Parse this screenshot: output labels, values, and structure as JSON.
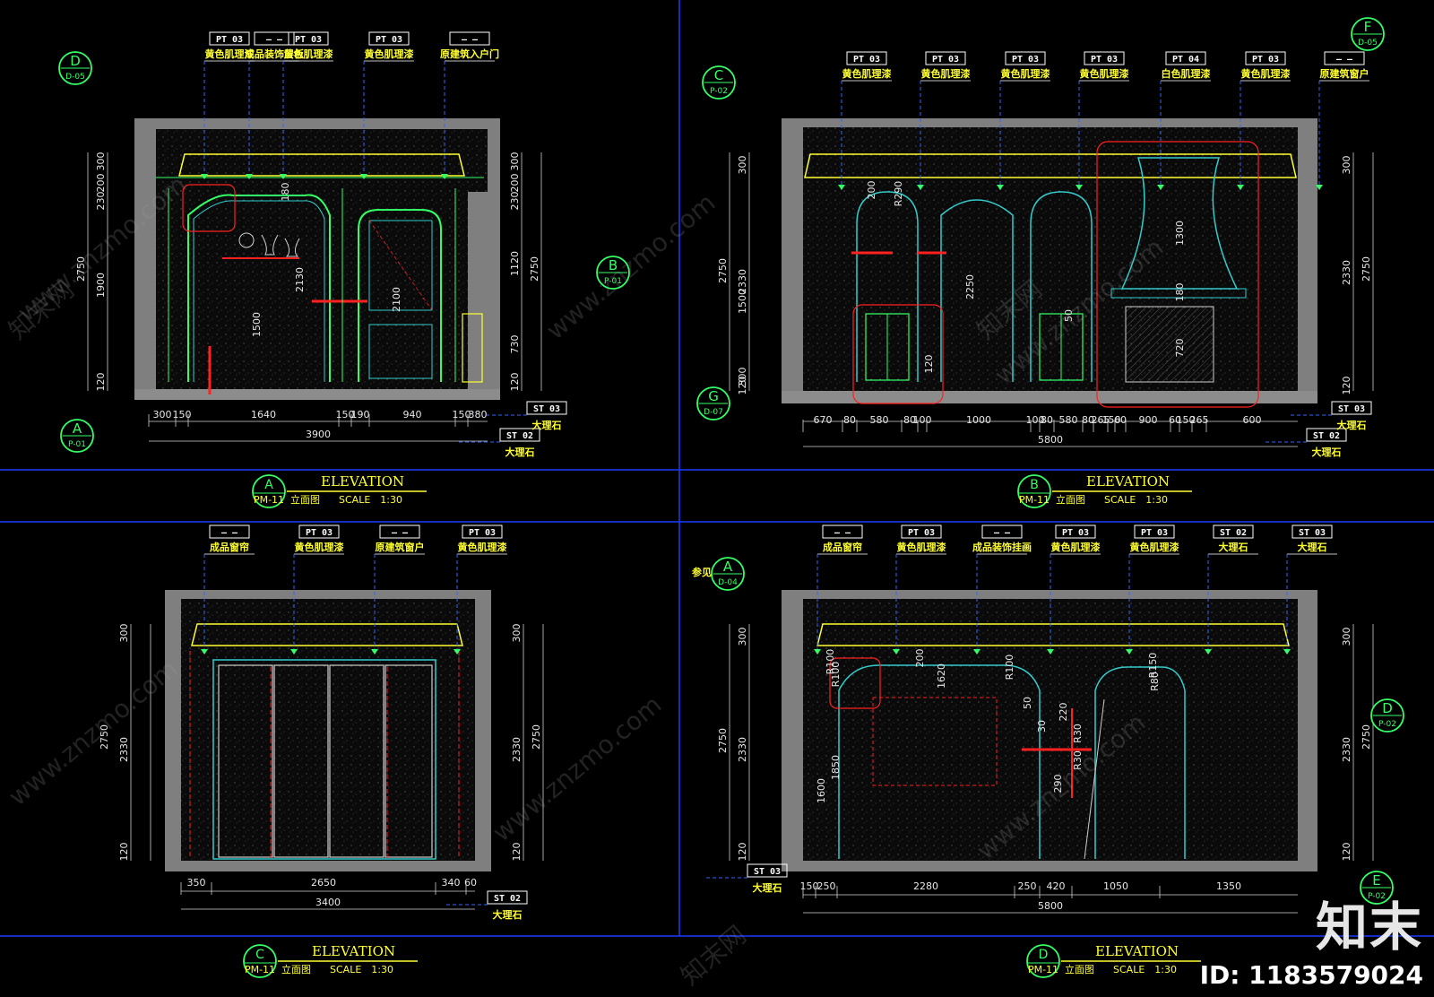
{
  "drawing": {
    "elevations": [
      {
        "id": "A",
        "sheet": "PM-11",
        "label": "立面图",
        "title": "ELEVATION",
        "scale": "SCALE　1:30",
        "callouts_top": [
          {
            "code": "—  —",
            "name": "成品装饰层板"
          },
          {
            "code": "PT  03",
            "name": "黄色肌理漆"
          },
          {
            "code": "PT  03",
            "name": "黄色肌理漆"
          },
          {
            "code": "PT  03",
            "name": "黄色肌理漆"
          },
          {
            "code": "—  —",
            "name": "原建筑入户门"
          }
        ],
        "callouts_bottom": [
          {
            "code": "ST  03",
            "name": "大理石"
          },
          {
            "code": "ST  02",
            "name": "大理石"
          }
        ],
        "dims_bottom": [
          "300",
          "150",
          "1640",
          "150",
          "190",
          "940",
          "150",
          "380"
        ],
        "dim_total": "3900",
        "dims_left": [
          "300",
          "200",
          "230",
          "2750",
          "1900",
          "120"
        ],
        "dims_right": [
          "300",
          "200",
          "230",
          "2750",
          "1120",
          "730",
          "120"
        ],
        "dims_inner": [
          "180",
          "2130",
          "1500",
          "2100"
        ],
        "markers": [
          {
            "letter": "D",
            "ref": "D-05"
          },
          {
            "letter": "B",
            "ref": "P-01"
          },
          {
            "letter": "A",
            "ref": "P-01"
          }
        ]
      },
      {
        "id": "B",
        "sheet": "PM-11",
        "label": "立面图",
        "title": "ELEVATION",
        "scale": "SCALE　1:30",
        "callouts_top": [
          {
            "code": "PT  03",
            "name": "黄色肌理漆"
          },
          {
            "code": "PT  03",
            "name": "黄色肌理漆"
          },
          {
            "code": "PT  03",
            "name": "黄色肌理漆"
          },
          {
            "code": "PT  03",
            "name": "黄色肌理漆"
          },
          {
            "code": "PT  04",
            "name": "白色肌理漆"
          },
          {
            "code": "PT  03",
            "name": "黄色肌理漆"
          },
          {
            "code": "—  —",
            "name": "原建筑窗户"
          }
        ],
        "callouts_bottom": [
          {
            "code": "ST  03",
            "name": "大理石"
          },
          {
            "code": "ST  02",
            "name": "大理石"
          }
        ],
        "dims_bottom": [
          "670",
          "80",
          "580",
          "80",
          "100",
          "1000",
          "100",
          "80",
          "580",
          "80",
          "265",
          "150",
          "60",
          "900",
          "60",
          "150",
          "265",
          "600"
        ],
        "dim_total": "5800",
        "dims_left": [
          "300",
          "2750",
          "2330",
          "1500",
          "300",
          "120"
        ],
        "dims_right": [
          "300",
          "2330",
          "2750",
          "120"
        ],
        "dims_inner": [
          "200",
          "R290",
          "2250",
          "1300",
          "720",
          "180",
          "50",
          "120"
        ],
        "markers": [
          {
            "letter": "C",
            "ref": "P-02"
          },
          {
            "letter": "F",
            "ref": "D-05"
          },
          {
            "letter": "G",
            "ref": "D-07"
          }
        ]
      },
      {
        "id": "C",
        "sheet": "PM-11",
        "label": "立面图",
        "title": "ELEVATION",
        "scale": "SCALE　1:30",
        "callouts_top": [
          {
            "code": "—  —",
            "name": "成品窗帘"
          },
          {
            "code": "PT  03",
            "name": "黄色肌理漆"
          },
          {
            "code": "—  —",
            "name": "原建筑窗户"
          },
          {
            "code": "PT  03",
            "name": "黄色肌理漆"
          }
        ],
        "callouts_bottom": [
          {
            "code": "ST  02",
            "name": "大理石"
          }
        ],
        "dims_bottom": [
          "350",
          "2650",
          "340",
          "60"
        ],
        "dim_total": "3400",
        "dims_left": [
          "300",
          "2750",
          "2330",
          "120"
        ],
        "dims_right": [
          "300",
          "2330",
          "2750",
          "120"
        ],
        "dims_inner": [],
        "markers": []
      },
      {
        "id": "D",
        "sheet": "PM-11",
        "label": "立面图",
        "title": "ELEVATION",
        "scale": "SCALE　1:30",
        "ref_note": "参见",
        "callouts_top": [
          {
            "code": "—  —",
            "name": "成品窗帘"
          },
          {
            "code": "PT  03",
            "name": "黄色肌理漆"
          },
          {
            "code": "—  —",
            "name": "成品装饰挂画"
          },
          {
            "code": "PT  03",
            "name": "黄色肌理漆"
          },
          {
            "code": "PT  03",
            "name": "黄色肌理漆"
          },
          {
            "code": "ST  02",
            "name": "大理石"
          },
          {
            "code": "ST  03",
            "name": "大理石"
          }
        ],
        "callouts_bottom": [
          {
            "code": "ST  03",
            "name": "大理石"
          }
        ],
        "dims_bottom": [
          "150",
          "250",
          "2280",
          "250",
          "420",
          "1050",
          "1350"
        ],
        "dim_total": "5800",
        "dims_left": [
          "300",
          "2750",
          "2330",
          "1600",
          "1850",
          "120"
        ],
        "dims_right": [
          "300",
          "2330",
          "2750",
          "120"
        ],
        "dims_inner": [
          "200",
          "1620",
          "R100",
          "R100",
          "R100",
          "R150",
          "R80",
          "220",
          "R30",
          "R30",
          "290",
          "50",
          "30"
        ],
        "markers": [
          {
            "letter": "A",
            "ref": "D-04"
          },
          {
            "letter": "D",
            "ref": "P-02"
          },
          {
            "letter": "E",
            "ref": "P-02"
          }
        ]
      }
    ],
    "watermark": {
      "site": "www.znzmo.com",
      "brand": "知末",
      "cn_site": "知末网",
      "id_label": "ID: 1183579024"
    },
    "colors": {
      "background": "#000000",
      "wall": "#7f7f7f",
      "outline_green": "#33ff66",
      "outline_yellow": "#ffff33",
      "cyan": "#33cccc",
      "section_red": "#ff2020",
      "callout_blue": "#3366ff",
      "frame_blue": "#1e3aff"
    }
  }
}
